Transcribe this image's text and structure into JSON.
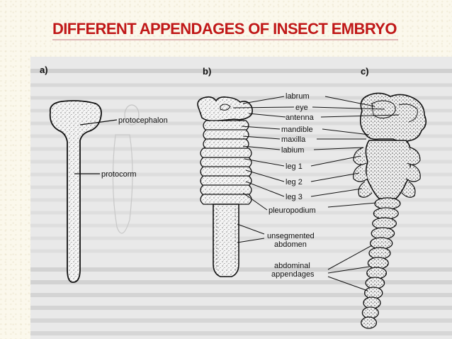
{
  "slide": {
    "title": "DIFFERENT APPENDAGES OF INSECT EMBRYO"
  },
  "panels": [
    {
      "letter": "a)",
      "labels": [
        "protocephalon",
        "protocorm"
      ]
    },
    {
      "letter": "b)",
      "labels": []
    },
    {
      "letter": "c)",
      "labels": []
    }
  ],
  "labels": {
    "labrum": "labrum",
    "eye": "eye",
    "antenna": "antenna",
    "mandible": "mandible",
    "maxilla": "maxilla",
    "labium": "labium",
    "leg1": "leg 1",
    "leg2": "leg 2",
    "leg3": "leg 3",
    "pleuropodium": "pleuropodium",
    "unsegmented_line1": "unsegmented",
    "unsegmented_line2": "abdomen",
    "abdominal_line1": "abdominal",
    "abdominal_line2": "appendages"
  },
  "colors": {
    "title": "#c01818",
    "ink": "#111111",
    "paper": "#e9e9e9"
  }
}
